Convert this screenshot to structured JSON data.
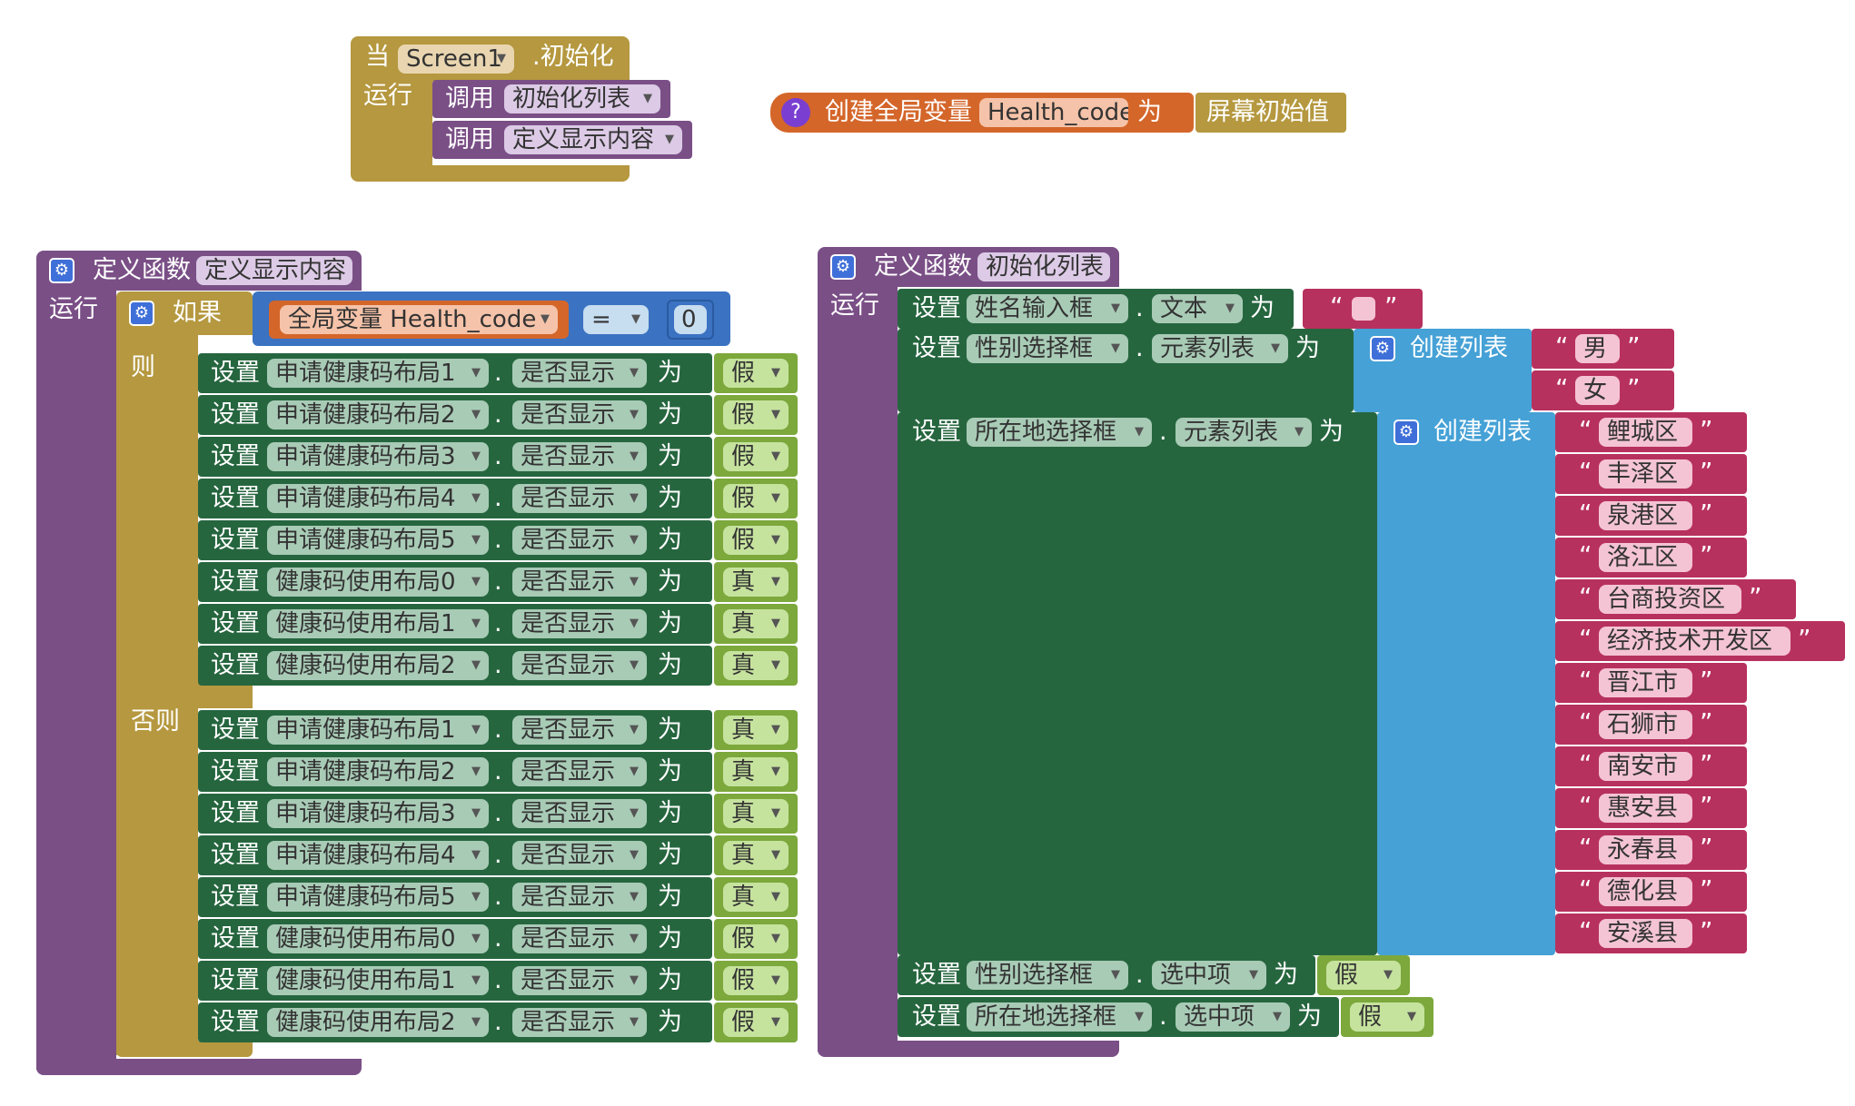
{
  "screen_init": {
    "when": "当",
    "component": "Screen1",
    "event": ".初始化",
    "do": "运行",
    "call1_kw": "调用",
    "call1_name": "初始化列表",
    "call2_kw": "调用",
    "call2_name": "定义显示内容"
  },
  "global_var": {
    "help": "?",
    "label": "创建全局变量",
    "name": "Health_code",
    "to": "为",
    "value": "屏幕初始值"
  },
  "proc_display": {
    "define": "定义函数",
    "name": "定义显示内容",
    "do": "运行",
    "if_kw": "如果",
    "get_label": "全局变量 Health_code",
    "op": "=",
    "num": "0",
    "then_kw": "则",
    "else_kw": "否则",
    "then_rows": [
      {
        "set": "设置",
        "comp": "申请健康码布局1",
        "dot": ".",
        "prop": "是否显示",
        "to": "为",
        "val": "假"
      },
      {
        "set": "设置",
        "comp": "申请健康码布局2",
        "dot": ".",
        "prop": "是否显示",
        "to": "为",
        "val": "假"
      },
      {
        "set": "设置",
        "comp": "申请健康码布局3",
        "dot": ".",
        "prop": "是否显示",
        "to": "为",
        "val": "假"
      },
      {
        "set": "设置",
        "comp": "申请健康码布局4",
        "dot": ".",
        "prop": "是否显示",
        "to": "为",
        "val": "假"
      },
      {
        "set": "设置",
        "comp": "申请健康码布局5",
        "dot": ".",
        "prop": "是否显示",
        "to": "为",
        "val": "假"
      },
      {
        "set": "设置",
        "comp": "健康码使用布局0",
        "dot": ".",
        "prop": "是否显示",
        "to": "为",
        "val": "真"
      },
      {
        "set": "设置",
        "comp": "健康码使用布局1",
        "dot": ".",
        "prop": "是否显示",
        "to": "为",
        "val": "真"
      },
      {
        "set": "设置",
        "comp": "健康码使用布局2",
        "dot": ".",
        "prop": "是否显示",
        "to": "为",
        "val": "真"
      }
    ],
    "else_rows": [
      {
        "set": "设置",
        "comp": "申请健康码布局1",
        "dot": ".",
        "prop": "是否显示",
        "to": "为",
        "val": "真"
      },
      {
        "set": "设置",
        "comp": "申请健康码布局2",
        "dot": ".",
        "prop": "是否显示",
        "to": "为",
        "val": "真"
      },
      {
        "set": "设置",
        "comp": "申请健康码布局3",
        "dot": ".",
        "prop": "是否显示",
        "to": "为",
        "val": "真"
      },
      {
        "set": "设置",
        "comp": "申请健康码布局4",
        "dot": ".",
        "prop": "是否显示",
        "to": "为",
        "val": "真"
      },
      {
        "set": "设置",
        "comp": "申请健康码布局5",
        "dot": ".",
        "prop": "是否显示",
        "to": "为",
        "val": "真"
      },
      {
        "set": "设置",
        "comp": "健康码使用布局0",
        "dot": ".",
        "prop": "是否显示",
        "to": "为",
        "val": "假"
      },
      {
        "set": "设置",
        "comp": "健康码使用布局1",
        "dot": ".",
        "prop": "是否显示",
        "to": "为",
        "val": "假"
      },
      {
        "set": "设置",
        "comp": "健康码使用布局2",
        "dot": ".",
        "prop": "是否显示",
        "to": "为",
        "val": "假"
      }
    ]
  },
  "proc_init": {
    "define": "定义函数",
    "name": "初始化列表",
    "do": "运行",
    "row1": {
      "set": "设置",
      "comp": "姓名输入框",
      "dot": ".",
      "prop": "文本",
      "to": "为",
      "open_q": "“",
      "close_q": "”"
    },
    "row2": {
      "set": "设置",
      "comp": "性别选择框",
      "dot": ".",
      "prop": "元素列表",
      "to": "为",
      "make": "创建列表",
      "items": [
        "男",
        "女"
      ]
    },
    "row3": {
      "set": "设置",
      "comp": "所在地选择框",
      "dot": ".",
      "prop": "元素列表",
      "to": "为",
      "make": "创建列表",
      "items": [
        "鲤城区",
        "丰泽区",
        "泉港区",
        "洛江区",
        "台商投资区",
        "经济技术开发区",
        "晋江市",
        "石狮市",
        "南安市",
        "惠安县",
        "永春县",
        "德化县",
        "安溪县"
      ]
    },
    "row4": {
      "set": "设置",
      "comp": "性别选择框",
      "dot": ".",
      "prop": "选中项",
      "to": "为",
      "val": "假"
    },
    "row5": {
      "set": "设置",
      "comp": "所在地选择框",
      "dot": ".",
      "prop": "选中项",
      "to": "为",
      "val": "假"
    },
    "quote_open": "“",
    "quote_close": "”"
  },
  "colors": {
    "event": "#b5983f",
    "procedure": "#7a4f86",
    "control": "#b5983f",
    "setter": "#26663f",
    "logic": "#7ca83c",
    "list": "#45a1d6",
    "text": "#b7315e",
    "variable": "#d4662a",
    "math": "#3b72c2"
  },
  "icons": {
    "gear": "gear-icon",
    "help": "help-icon",
    "dropdown": "chevron-down-icon"
  }
}
